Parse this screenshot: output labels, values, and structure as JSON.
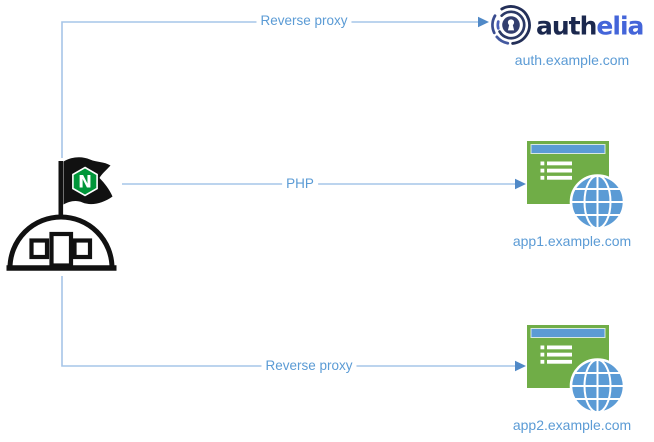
{
  "diagram": {
    "background": "#ffffff",
    "colors": {
      "connector": "#a6c5e8",
      "arrowhead": "#5089c7",
      "label_text": "#5b9bd5",
      "app_green": "#70ad47",
      "app_blue": "#5b9bd5",
      "nginx_green": "#009639",
      "outline_black": "#111111",
      "authelia_navy": "#1b284e",
      "authelia_blue": "#4465d9"
    },
    "nginx_node": {
      "flag_letter": "N"
    },
    "authelia_node": {
      "brand_part1": "auth",
      "brand_part2": "elia",
      "hostname": "auth.example.com"
    },
    "app1_node": {
      "hostname": "app1.example.com"
    },
    "app2_node": {
      "hostname": "app2.example.com"
    },
    "connectors": {
      "to_authelia": {
        "label": "Reverse proxy"
      },
      "to_app1": {
        "label": "PHP"
      },
      "to_app2": {
        "label": "Reverse proxy"
      }
    }
  }
}
